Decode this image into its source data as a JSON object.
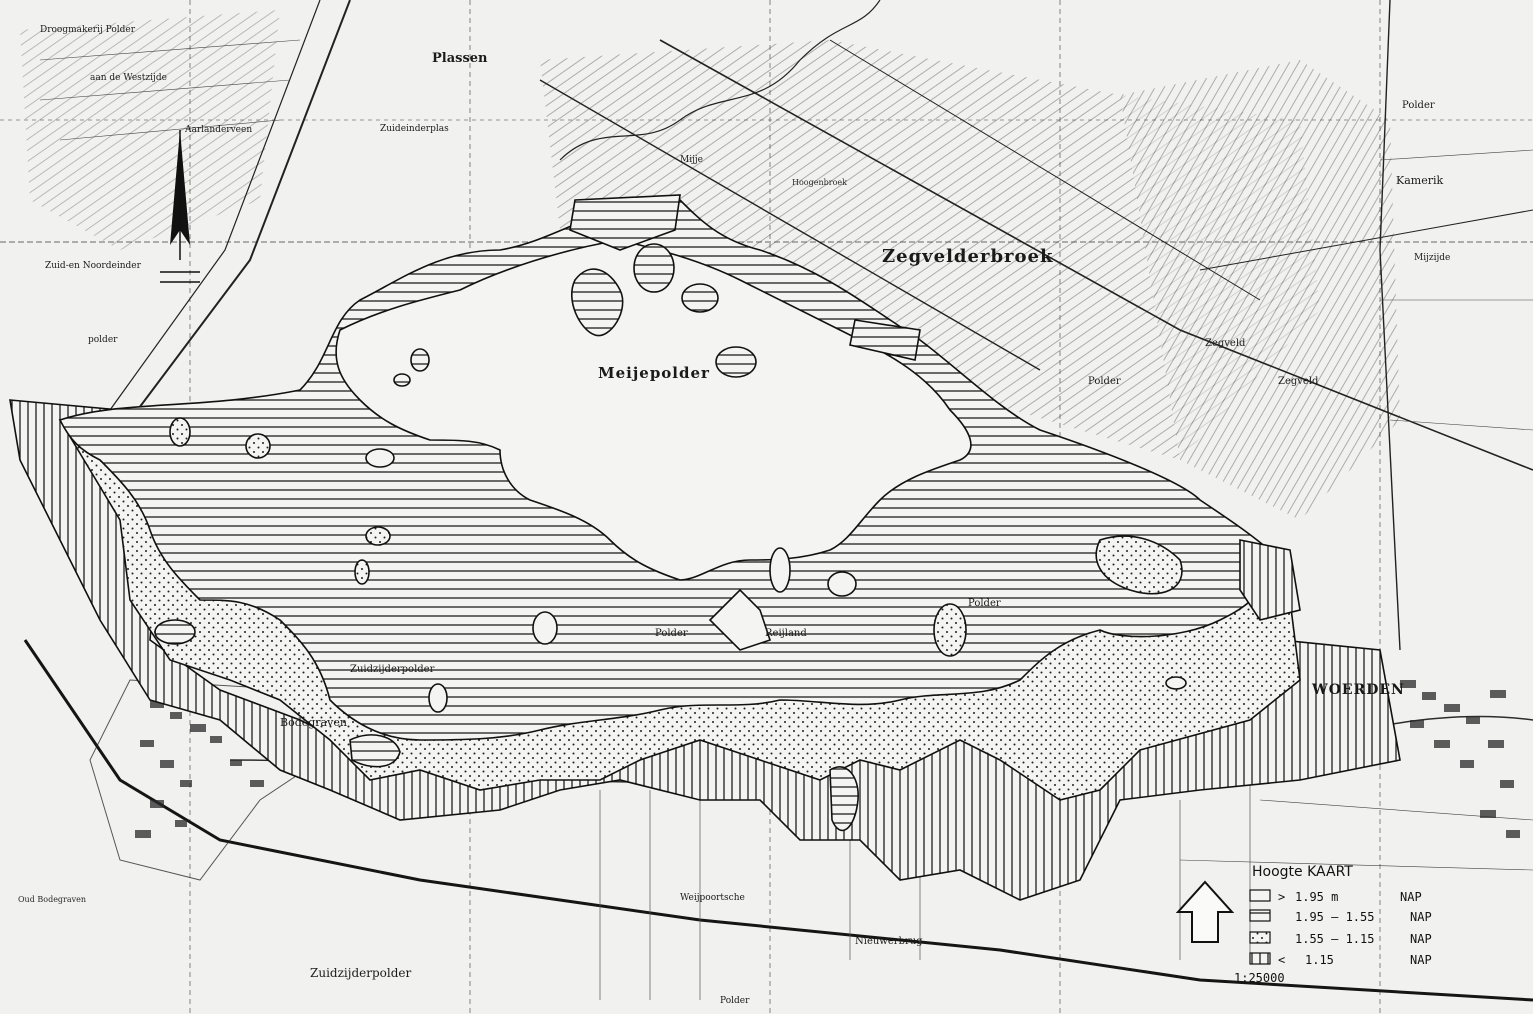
{
  "place_names": {
    "droogmakerij": "Droogmakerij Polder",
    "westzijde": "aan de Westzijde",
    "aarlanderveen": "Aarlanderveen",
    "plassen": "Plassen",
    "zuideinderplas": "Zuideinderplas",
    "zuid_noordeinder": "Zuid-en Noordeinder",
    "polder_left": "polder",
    "mijje": "Mijje",
    "hoogenbroek": "Hoogenbroek",
    "zegvelderbroek": "Zegvelderbroek",
    "meijepolder": "Meijepolder",
    "zegveld_1": "Zegveld",
    "zegveld_2": "Zegveld",
    "zegveld_polder": "Polder",
    "polder_right": "Polder",
    "kamerik": "Kamerik",
    "mijzijde": "Mijzijde",
    "polder_reijland": "Polder",
    "reijland": "Reijland",
    "polder_center": "Polder",
    "zuidzijderpolder_mid": "Zuidzijderpolder",
    "bodegraven": "Bodegraven",
    "woerden": "WOERDEN",
    "weijpoortsche": "Weijpoortsche",
    "nieuwerbrug": "Nieuwerbrug",
    "oud_bodegraven": "Oud Bodegraven",
    "zuidzijderpolder_bottom": "Zuidzijderpolder",
    "polder_bottom": "Polder"
  },
  "legend": {
    "title": "Hoogte KAART",
    "rows": [
      {
        "symbol": ">",
        "range": "1.95 m",
        "datum": "NAP",
        "pattern": "blank"
      },
      {
        "symbol": "",
        "range": "1.95 – 1.55",
        "datum": "NAP",
        "pattern": "horizontal"
      },
      {
        "symbol": "",
        "range": "1.55 – 1.15",
        "datum": "NAP",
        "pattern": "dots"
      },
      {
        "symbol": "<",
        "range": "1.15",
        "datum": "NAP",
        "pattern": "vertical"
      }
    ],
    "scale": "1:25000"
  },
  "icons": {
    "north_arrow": "north-arrow-icon",
    "legend_arrow": "up-arrow-icon"
  },
  "colors": {
    "paper": "#f1f1ef",
    "ink": "#1a1a1a"
  }
}
